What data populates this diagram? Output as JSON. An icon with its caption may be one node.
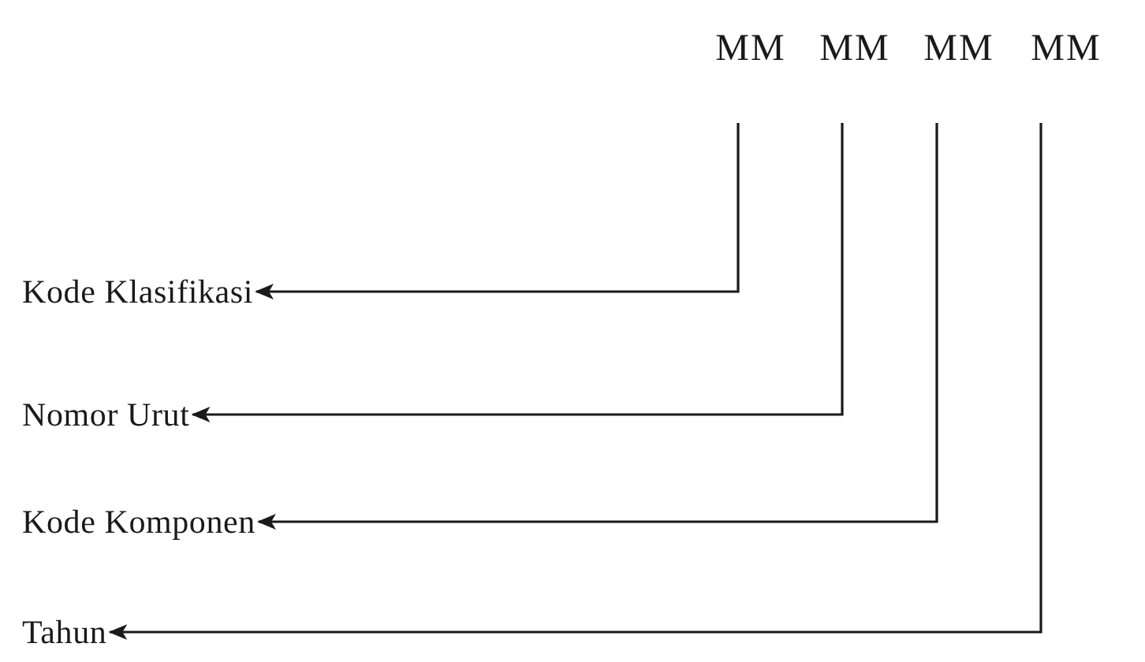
{
  "diagram": {
    "nodes": [
      {
        "text": [
          "MM"
        ]
      },
      {
        "text": [
          "MM"
        ]
      },
      {
        "text": [
          "MM"
        ]
      },
      {
        "text": [
          "MM"
        ]
      },
      {
        "text": [
          "Kode Klasifikasi"
        ]
      },
      {
        "text": [
          "Nomor Urut"
        ]
      },
      {
        "text": [
          "Kode Komponen"
        ]
      },
      {
        "text": [
          "Tahun"
        ]
      }
    ],
    "edges": [
      {
        "from": 0,
        "to": 4,
        "arrow": "to"
      },
      {
        "from": 1,
        "to": 5,
        "arrow": "to"
      },
      {
        "from": 2,
        "to": 6,
        "arrow": "to"
      },
      {
        "from": 3,
        "to": 7,
        "arrow": "to"
      }
    ]
  }
}
